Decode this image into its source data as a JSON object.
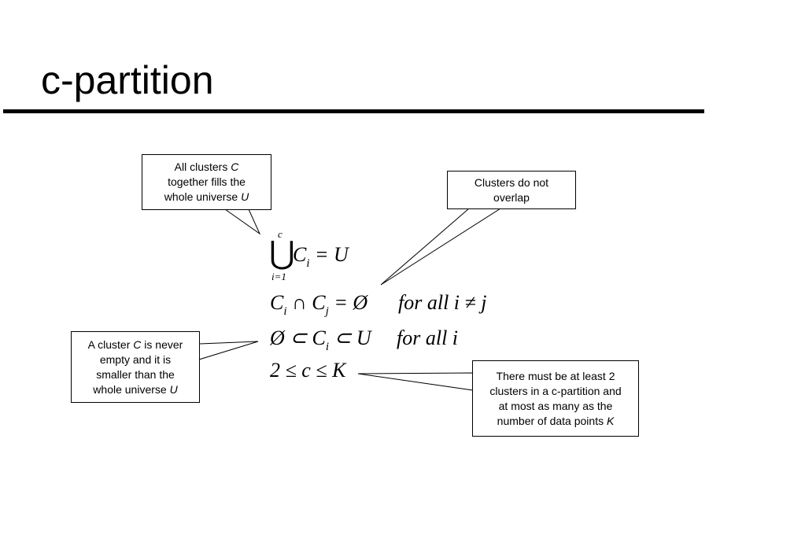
{
  "slide": {
    "title": "c-partition"
  },
  "callouts": {
    "union": {
      "line1": "All clusters",
      "var1": "C",
      "line2": "together fills the",
      "line3": "whole universe",
      "var2": "U"
    },
    "overlap": {
      "line1": "Clusters do not",
      "line2": "overlap"
    },
    "nonempty": {
      "line1": "A cluster",
      "var1": "C",
      "line1b": "is never",
      "line2": "empty and it is",
      "line3": "smaller than the",
      "line4": "whole universe",
      "var2": "U"
    },
    "count": {
      "line1": "There must be at least 2",
      "line2": "clusters in a c-partition and",
      "line3": "at most as many as the",
      "line4": "number of data points",
      "var1": "K"
    }
  },
  "formulas": {
    "union": {
      "top": "c",
      "bottom": "i=1",
      "symbol": "⋃",
      "body": "C",
      "sub": "i",
      "rest": " = U"
    },
    "intersection": {
      "lhs": "C",
      "sub1": "i",
      "op": " ∩ ",
      "rhs": "C",
      "sub2": "j",
      "rest": " = Ø",
      "cond": "for all i ≠ j"
    },
    "subset": {
      "lhs": "Ø ⊂ C",
      "sub": "i",
      "rest": " ⊂ U",
      "cond": "for all i"
    },
    "bounds": {
      "text": "2 ≤ c ≤ K"
    }
  }
}
